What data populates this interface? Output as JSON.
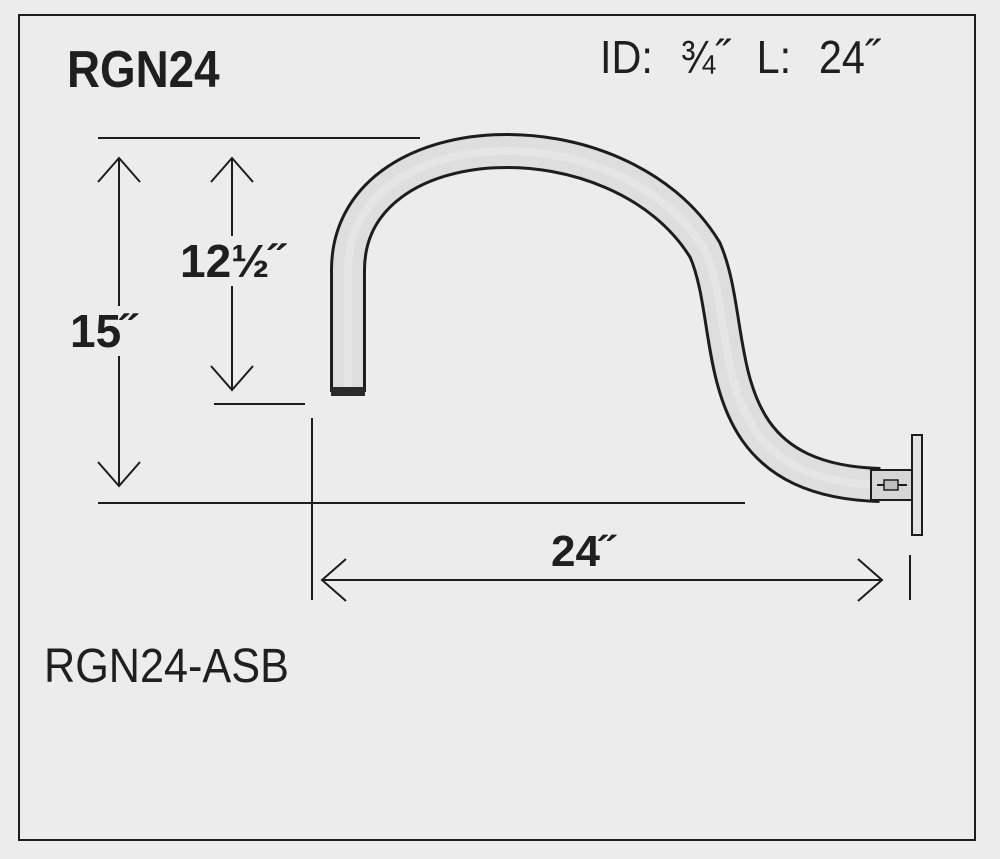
{
  "model": "RGN24",
  "spec": "ID: ¾˝  L: 24˝",
  "dimensions": {
    "overall_height": "15˝",
    "inner_drop": "12½˝",
    "length": "24˝"
  },
  "variant": "RGN24-ASB",
  "colors": {
    "background": "#ececec",
    "line": "#1d1d1d",
    "pipe_fill": "#dcdcdc"
  }
}
